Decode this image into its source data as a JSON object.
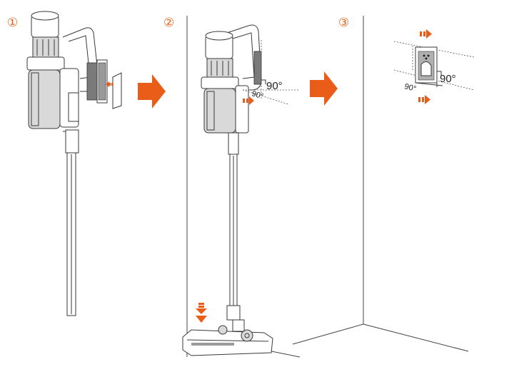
{
  "steps": [
    {
      "number": "①"
    },
    {
      "number": "②"
    },
    {
      "number": "③"
    }
  ],
  "angles": {
    "step2_vertical": "90°",
    "step2_horizontal": "90°",
    "step3_vertical": "90°",
    "step3_horizontal": "90°"
  },
  "colors": {
    "accent": "#ea5d18",
    "line": "#3a3a3a",
    "fill": "#d9d9d9"
  }
}
